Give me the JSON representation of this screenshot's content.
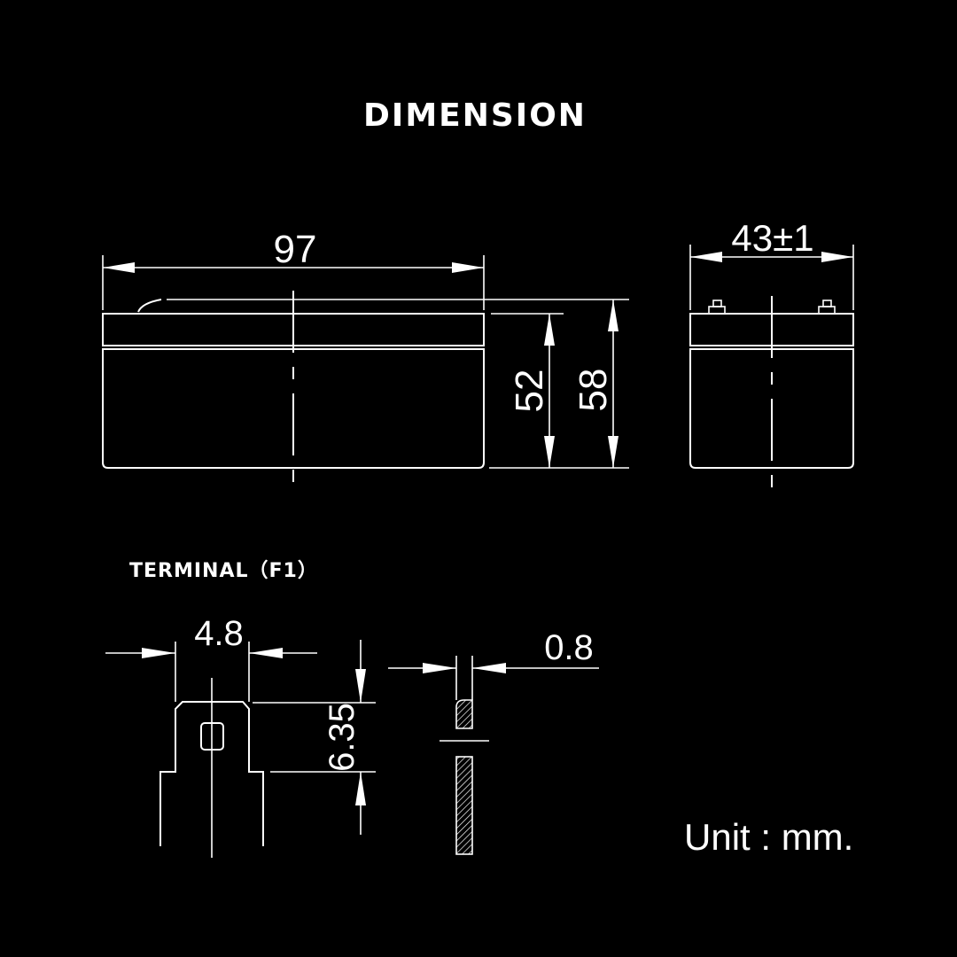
{
  "title": "DIMENSION",
  "dimensions": {
    "length": "97",
    "width": "43±1",
    "container_height": "52",
    "total_height": "58"
  },
  "terminal": {
    "label": "TERMINAL（F1）",
    "width": "4.8",
    "height": "6.35",
    "thickness": "0.8"
  },
  "unit_note": "Unit : mm.",
  "colors": {
    "background": "#000000",
    "line": "#ffffff"
  }
}
